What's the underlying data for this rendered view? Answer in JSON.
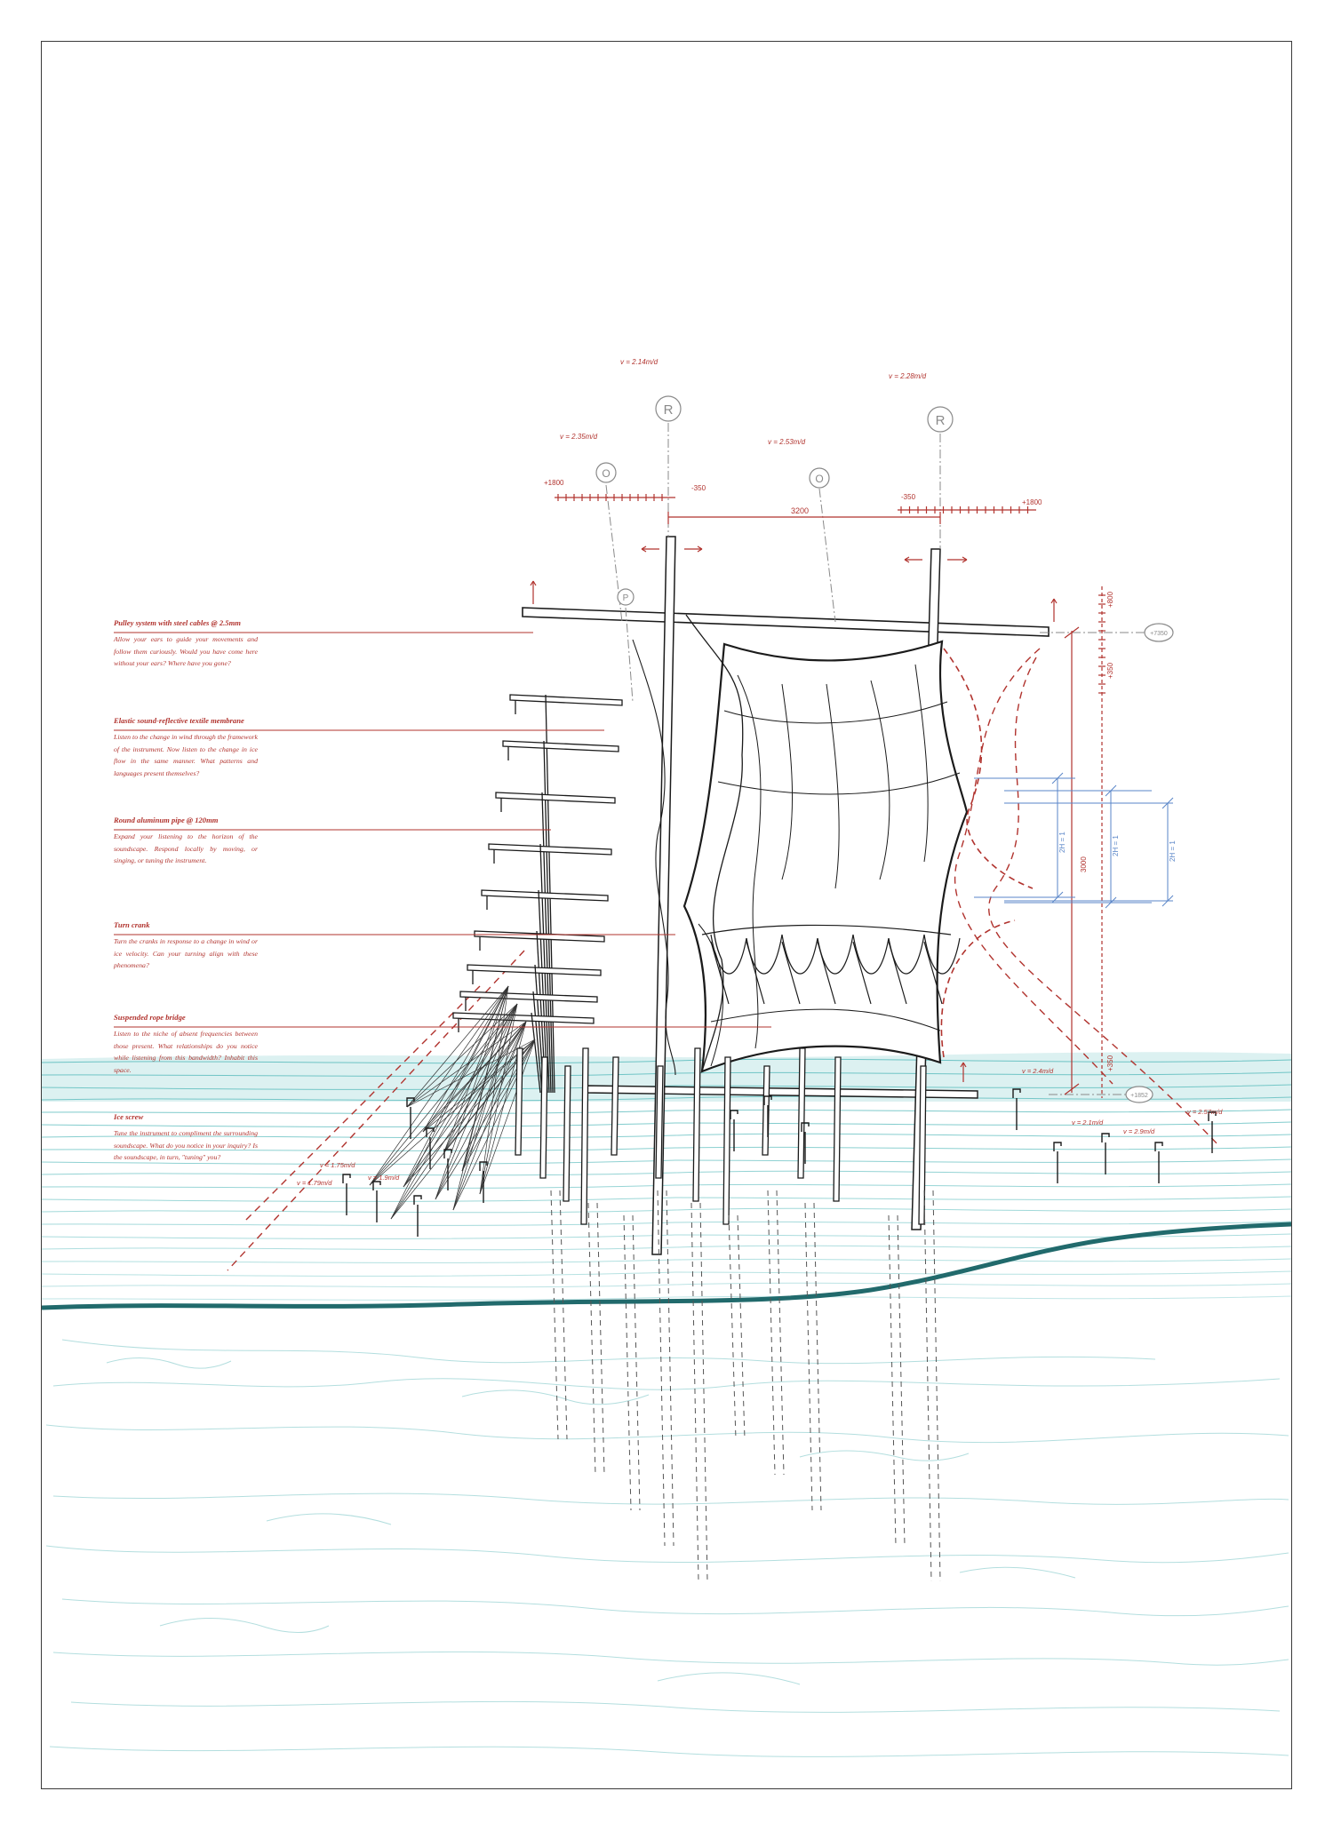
{
  "colors": {
    "annotation": "#b1332e",
    "ice": "#6cc3c4",
    "ice_line": "#8fcfd0",
    "shore": "#216a6c",
    "dimension_blue": "#5a86c8",
    "linework": "#1b1b1b",
    "frame": "#3a3a3a"
  },
  "legend": [
    {
      "title": "Pulley system with steel cables @ 2.5mm",
      "body": "Allow your ears to guide your movements and follow them curiously. Would you have come here without your ears? Where have you gone?"
    },
    {
      "title": "Elastic sound-reflective textile membrane",
      "body": "Listen to the change in wind through the framework of the instrument. Now listen to the change in ice flow in the same manner. What patterns and languages present themselves?"
    },
    {
      "title": "Round aluminum pipe @ 120mm",
      "body": "Expand your listening to the horizon of the soundscape. Respond locally by moving, or singing, or tuning the instrument."
    },
    {
      "title": "Turn crank",
      "body": "Turn the cranks in response to a change in wind or ice velocity. Can your turning align with these phenomena?"
    },
    {
      "title": "Suspended rope bridge",
      "body": "Listen to the niche of absent frequencies between those present. What relationships do you notice while listening from this bandwidth? Inhabit this space."
    },
    {
      "title": "Ice screw",
      "body": "Tune the instrument to compliment the surrounding soundscape. What do you notice in your inquiry? Is the soundscape, in turn, \"tuning\" you?"
    }
  ],
  "markers": {
    "r": "R",
    "o": "O",
    "p": "P"
  },
  "velocities": {
    "top_left": "v = 2.14m/d",
    "top_right": "v = 2.28m/d",
    "mid_left": "v = 2.35m/d",
    "mid_center": "v = 2.53m/d",
    "ice_right_a": "v = 2.4m/d",
    "ice_right_b": "v = 2.57m/d",
    "ice_right_c": "v = 2.9m/d",
    "ice_right_d": "v = 2.1m/d",
    "ice_left_a": "v = 1.75m/d",
    "ice_left_b": "v = 1.9m/d",
    "ice_left_c": "v = 1.79m/d"
  },
  "dimensions": {
    "plus_1800_left": "+1800",
    "minus_350_left": "-350",
    "span": "3200",
    "minus_350_right": "-350",
    "plus_1800_right": "+1800",
    "top_vertical": "+800",
    "level_7350": "+7350",
    "level_1852": "+1852",
    "vertical_small_a": "+350",
    "vertical_small_b": "+350",
    "membrane_height": "3000",
    "membrane_half_a": "2H = 1",
    "membrane_half_b": "2H = 1",
    "membrane_half_c": "2H = 1"
  }
}
